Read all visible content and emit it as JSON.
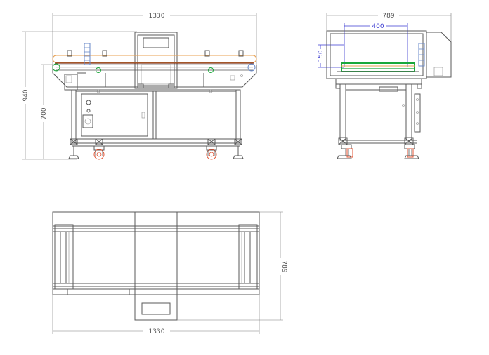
{
  "dimensions": {
    "front_width": "1330",
    "front_total_height": "940",
    "front_conveyor_height": "700",
    "side_width": "789",
    "side_aperture_width": "400",
    "side_aperture_height": "150",
    "top_depth": "789",
    "top_width": "1330"
  },
  "colors": {
    "line": "#5a5a5a",
    "belt_orange": "#e8a050",
    "belt_dark": "#7a2a10",
    "dim_blue": "#3a3ad0",
    "roller_green": "#1aa83a",
    "caster_red": "#e05030",
    "sensor_blue": "#6a8ac8"
  }
}
